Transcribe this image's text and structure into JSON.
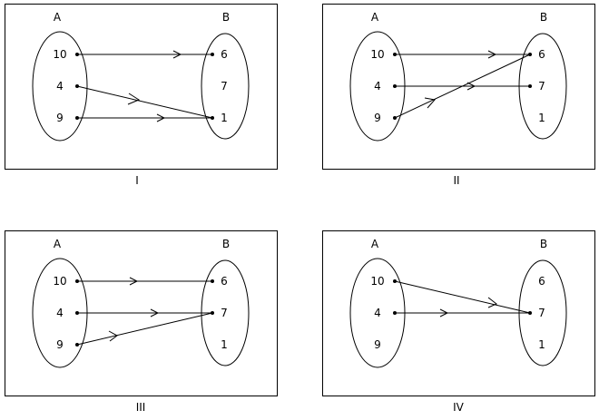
{
  "diagrams": [
    {
      "caption": "I",
      "set_a_label": "A",
      "set_b_label": "B",
      "set_a": [
        "10",
        "4",
        "9"
      ],
      "set_b": [
        "6",
        "7",
        "1"
      ],
      "mapping": [
        [
          "10",
          "6"
        ],
        [
          "4",
          "1"
        ],
        [
          "9",
          "1"
        ]
      ]
    },
    {
      "caption": "II",
      "set_a_label": "A",
      "set_b_label": "B",
      "set_a": [
        "10",
        "4",
        "9"
      ],
      "set_b": [
        "6",
        "7",
        "1"
      ],
      "mapping": [
        [
          "10",
          "6"
        ],
        [
          "4",
          "7"
        ],
        [
          "9",
          "6"
        ]
      ]
    },
    {
      "caption": "III",
      "set_a_label": "A",
      "set_b_label": "B",
      "set_a": [
        "10",
        "4",
        "9"
      ],
      "set_b": [
        "6",
        "7",
        "1"
      ],
      "mapping": [
        [
          "10",
          "6"
        ],
        [
          "4",
          "7"
        ],
        [
          "9",
          "7"
        ]
      ]
    },
    {
      "caption": "IV",
      "set_a_label": "A",
      "set_b_label": "B",
      "set_a": [
        "10",
        "4",
        "9"
      ],
      "set_b": [
        "6",
        "7",
        "1"
      ],
      "mapping": [
        [
          "10",
          "7"
        ],
        [
          "4",
          "7"
        ]
      ]
    }
  ]
}
